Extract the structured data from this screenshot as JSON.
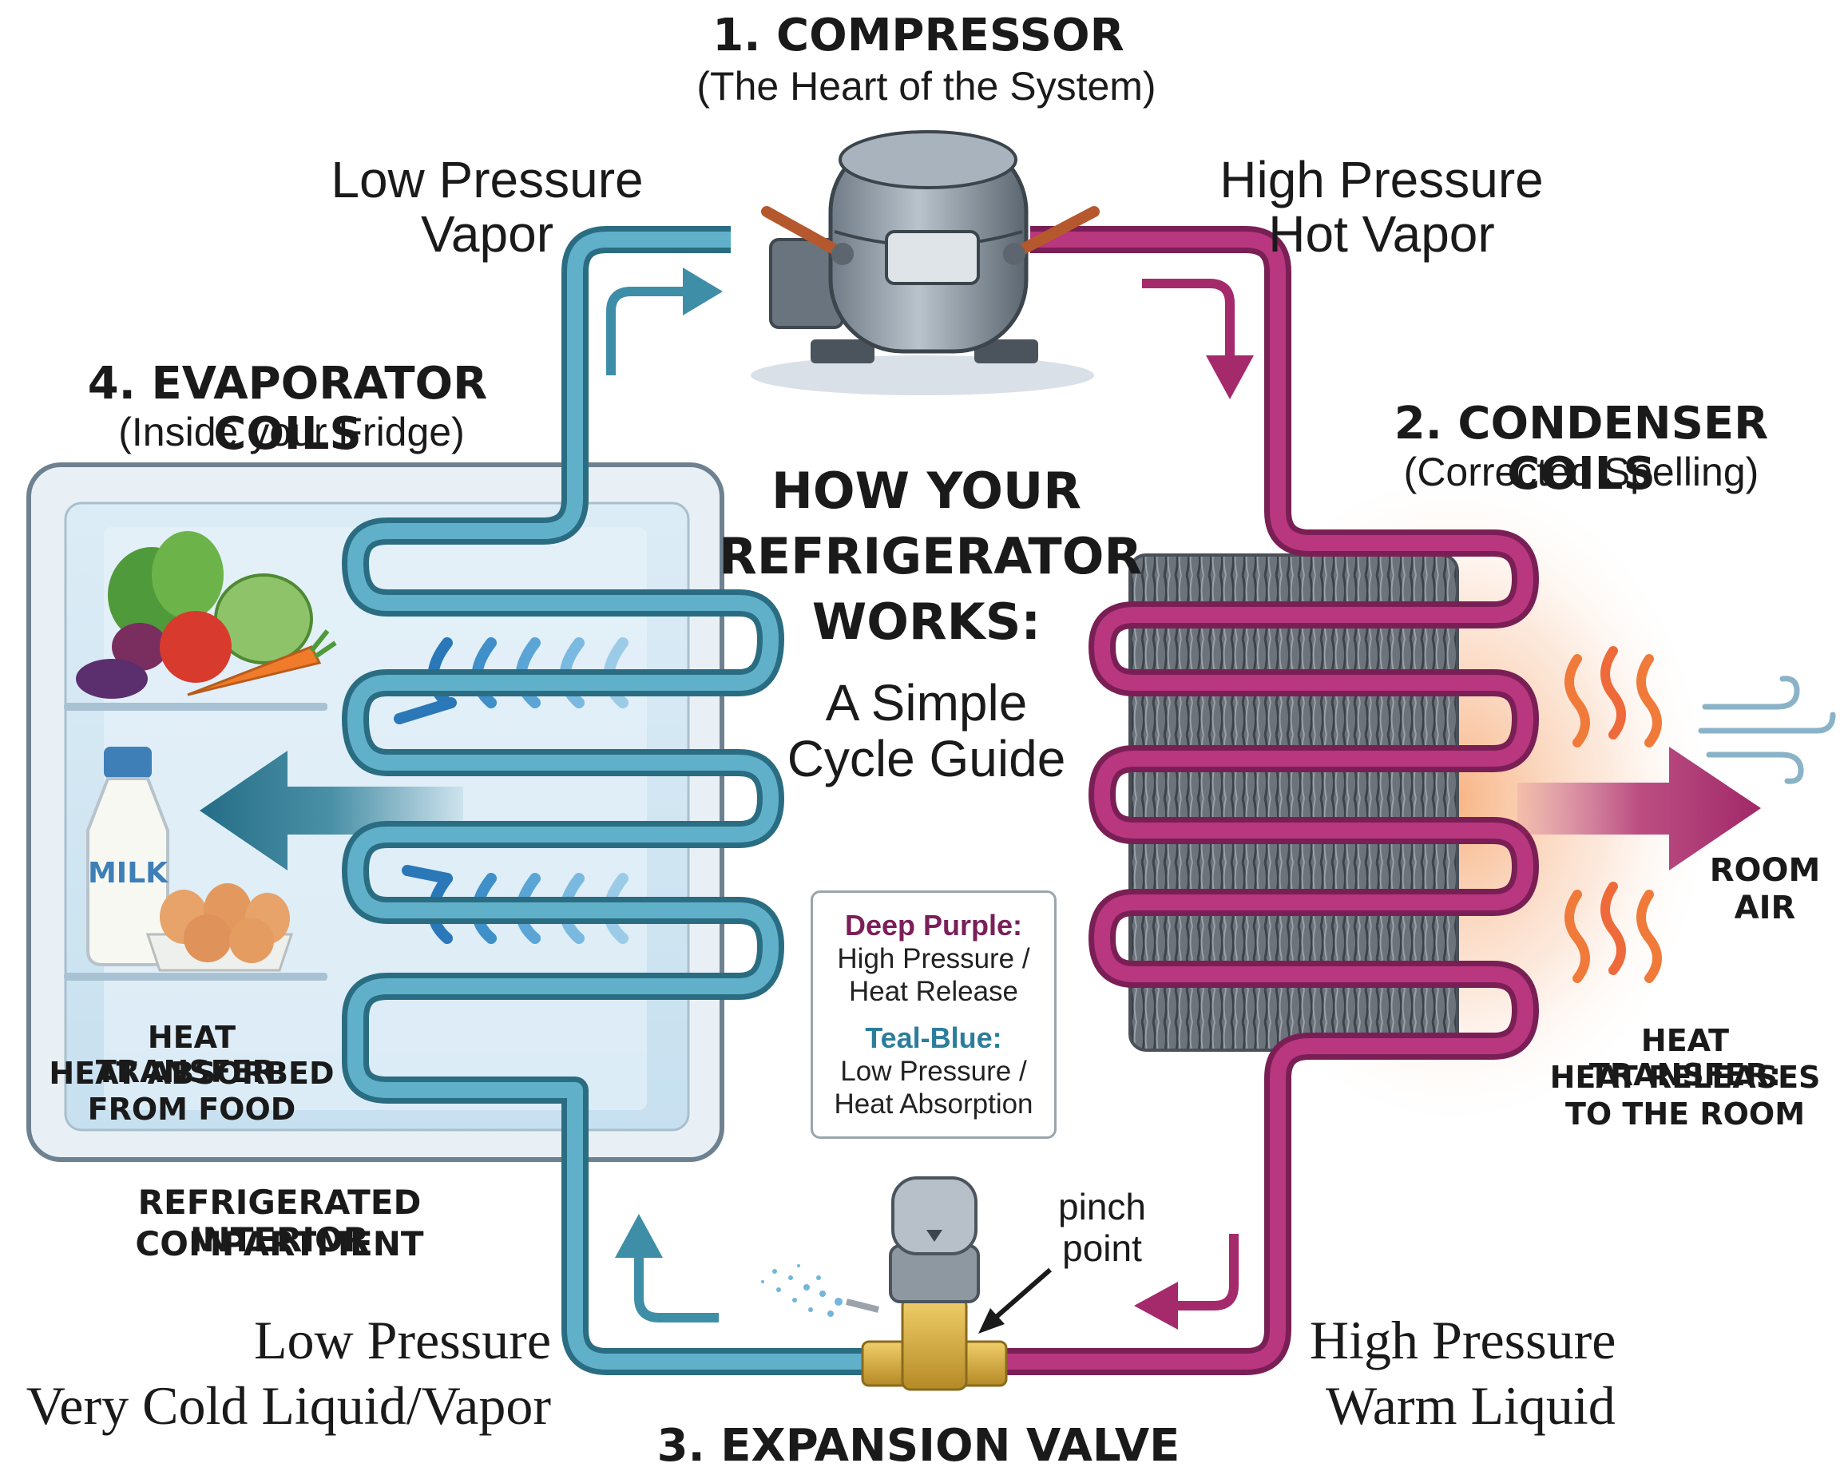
{
  "title": {
    "line1": "HOW YOUR",
    "line2": "REFRIGERATOR",
    "line3": "WORKS:",
    "subtitle1": "A Simple",
    "subtitle2": "Cycle Guide"
  },
  "compressor": {
    "heading": "1. COMPRESSOR",
    "subheading": "(The Heart of the System)",
    "inlet_label1": "Low Pressure",
    "inlet_label2": "Vapor",
    "outlet_label1": "High Pressure",
    "outlet_label2": "Hot Vapor"
  },
  "condenser": {
    "heading": "2. CONDENSER COILS",
    "subheading": "(Corrected Spelling)",
    "room_air1": "ROOM",
    "room_air2": "AIR",
    "heat1": "HEAT TRANSFER:",
    "heat2": "HEAT RELEASES",
    "heat3": "TO THE ROOM"
  },
  "expansion": {
    "heading": "3. EXPANSION VALVE",
    "pinch1": "pinch",
    "pinch2": "point",
    "left_label1": "Low Pressure",
    "left_label2": "Very Cold Liquid/Vapor",
    "right_label1": "High Pressure",
    "right_label2": "Warm Liquid"
  },
  "evaporator": {
    "heading": "4. EVAPORATOR COILS",
    "subheading": "(Inside your Fridge)",
    "milk_label": "MILK",
    "heat1": "HEAT TRANSFER:",
    "heat2": "HEAT ABSORBED",
    "heat3": "FROM FOOD",
    "interior1": "REFRIGERATED INTERIOR",
    "interior2": "COMPARTMENT"
  },
  "legend": {
    "purple_title": "Deep Purple:",
    "purple_desc1": "High Pressure /",
    "purple_desc2": "Heat Release",
    "blue_title": "Teal-Blue:",
    "blue_desc1": "Low Pressure /",
    "blue_desc2": "Heat Absorption"
  },
  "colors": {
    "high_pressure": "#9b2a6b",
    "low_pressure": "#3f8ea8",
    "cold_arrow": "#2f7fb8",
    "heat_glow": "#f6a36a"
  },
  "icons": [
    "compressor-icon",
    "condenser-coil-icon",
    "expansion-valve-icon",
    "fridge-icon",
    "vegetables-icon",
    "milk-bottle-icon",
    "eggs-icon",
    "heat-wave-icon",
    "wind-icon",
    "cold-air-icon"
  ]
}
